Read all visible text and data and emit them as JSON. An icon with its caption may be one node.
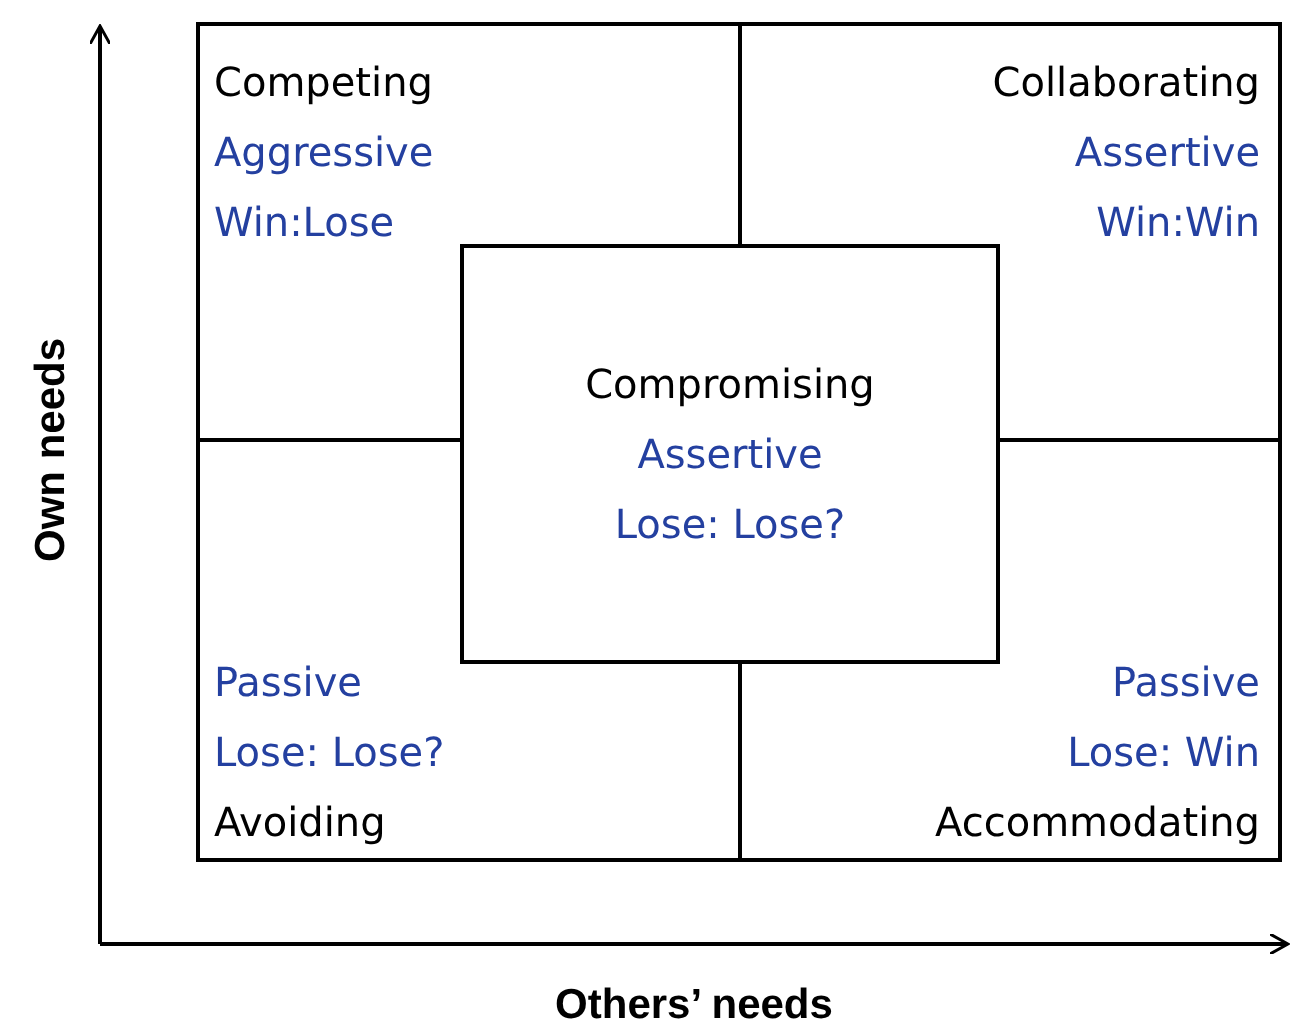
{
  "diagram": {
    "nodes": [
      {
        "text": [
          "Competing",
          "Aggressive",
          "Win:Lose"
        ]
      },
      {
        "text": [
          "Collaborating",
          "Assertive",
          "Win:Win"
        ]
      },
      {
        "text": [
          "Passive",
          "Lose: Lose?",
          "Avoiding"
        ]
      },
      {
        "text": [
          "Passive",
          "Lose: Win",
          "Accommodating"
        ]
      },
      {
        "text": [
          "Compromising",
          "Assertive",
          "Lose: Lose?"
        ]
      }
    ],
    "edges": [],
    "labels": [
      "Own needs",
      "Others’ needs"
    ]
  }
}
